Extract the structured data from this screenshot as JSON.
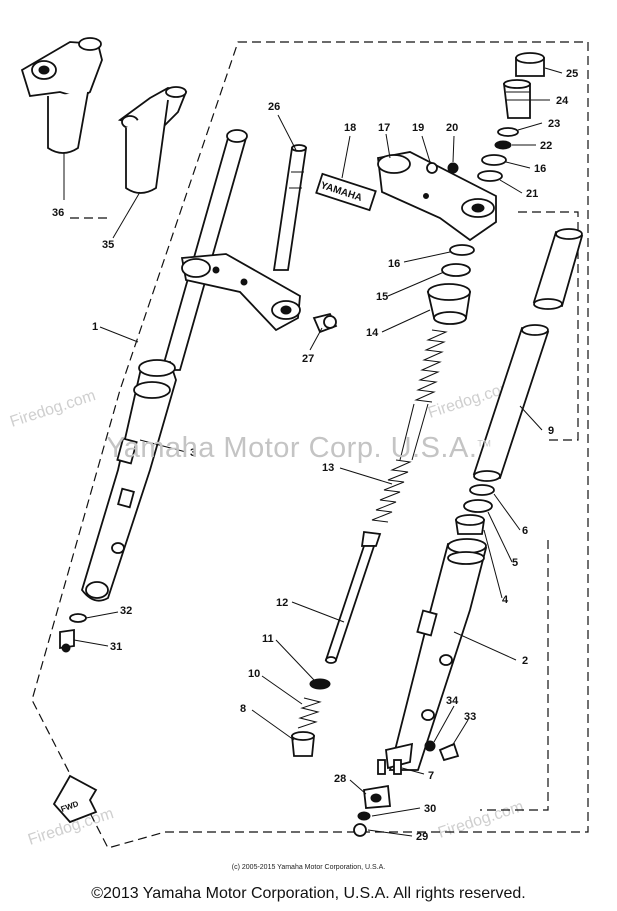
{
  "watermark": {
    "center_text": "Yamaha Motor Corp. U.S.A.",
    "center_mark": "TM",
    "site_text": "Firedog.com"
  },
  "stamp_text": "YAMAHA",
  "fwd_text": "FWD",
  "callouts": [
    {
      "id": "1",
      "label": "1"
    },
    {
      "id": "2",
      "label": "2"
    },
    {
      "id": "3",
      "label": "3"
    },
    {
      "id": "4",
      "label": "4"
    },
    {
      "id": "5",
      "label": "5"
    },
    {
      "id": "6",
      "label": "6"
    },
    {
      "id": "7",
      "label": "7"
    },
    {
      "id": "8",
      "label": "8"
    },
    {
      "id": "9",
      "label": "9"
    },
    {
      "id": "10",
      "label": "10"
    },
    {
      "id": "11",
      "label": "11"
    },
    {
      "id": "12",
      "label": "12"
    },
    {
      "id": "13",
      "label": "13"
    },
    {
      "id": "14",
      "label": "14"
    },
    {
      "id": "15",
      "label": "15"
    },
    {
      "id": "16a",
      "label": "16"
    },
    {
      "id": "16b",
      "label": "16"
    },
    {
      "id": "17",
      "label": "17"
    },
    {
      "id": "18",
      "label": "18"
    },
    {
      "id": "19",
      "label": "19"
    },
    {
      "id": "20",
      "label": "20"
    },
    {
      "id": "21",
      "label": "21"
    },
    {
      "id": "22",
      "label": "22"
    },
    {
      "id": "23",
      "label": "23"
    },
    {
      "id": "24",
      "label": "24"
    },
    {
      "id": "25",
      "label": "25"
    },
    {
      "id": "26",
      "label": "26"
    },
    {
      "id": "27",
      "label": "27"
    },
    {
      "id": "28",
      "label": "28"
    },
    {
      "id": "29",
      "label": "29"
    },
    {
      "id": "30",
      "label": "30"
    },
    {
      "id": "31",
      "label": "31"
    },
    {
      "id": "32",
      "label": "32"
    },
    {
      "id": "33",
      "label": "33"
    },
    {
      "id": "34",
      "label": "34"
    },
    {
      "id": "35",
      "label": "35"
    },
    {
      "id": "36",
      "label": "36"
    }
  ],
  "small_copyright": "(c) 2005-2015 Yamaha Motor Corporation, U.S.A.",
  "footer_copyright": "©2013 Yamaha Motor Corporation, U.S.A. All rights reserved."
}
